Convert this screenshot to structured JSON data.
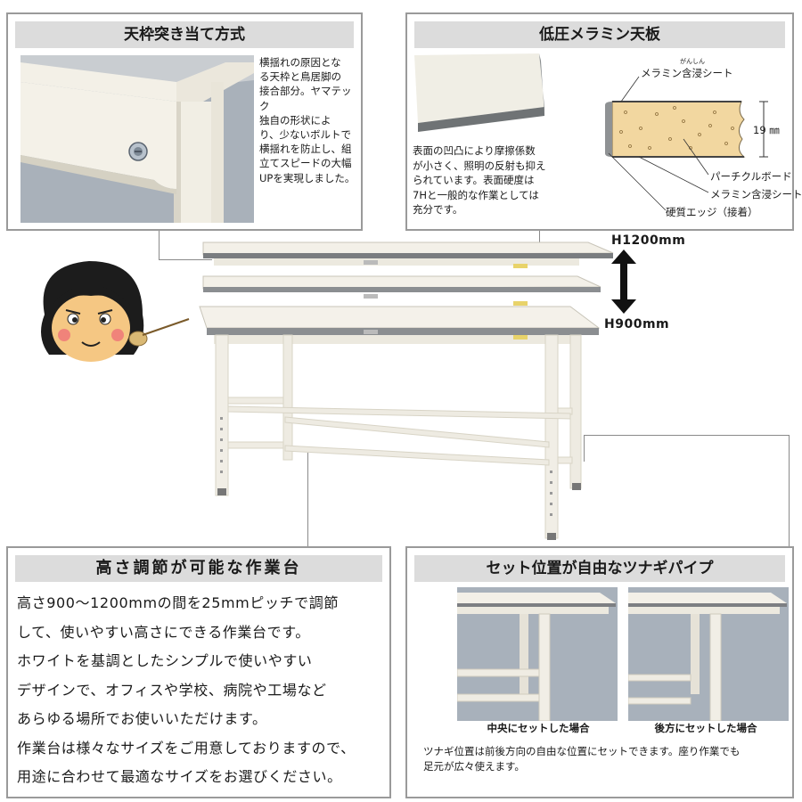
{
  "panel_frame_system": {
    "title": "天枠突き当て方式",
    "lines": [
      "横揺れの原因とな",
      "る天枠と鳥居脚の",
      "接合部分。ヤマテック",
      "独自の形状によ",
      "り、少ないボルトで",
      "横揺れを防止し、組",
      "立てスピードの大幅",
      "UPを実現しました。"
    ]
  },
  "panel_top_board": {
    "title": "低圧メラミン天板",
    "lines": [
      "表面の凹凸により摩擦係数",
      "が小さく、照明の反射も抑え",
      "られています。表面硬度は",
      "7Hと一般的な作業としては",
      "充分です。"
    ],
    "labels": {
      "top_sheet": "メラミン含浸シート",
      "ruby": "がんしん",
      "thickness": "19 ㎜",
      "particle_board": "パーチクルボード",
      "bottom_sheet": "メラミン含浸シート",
      "edge": "硬質エッジ（接着）"
    }
  },
  "height_range": {
    "max": "H1200mm",
    "min": "H900mm"
  },
  "panel_height_adjust": {
    "title": "高さ調節が可能な作業台",
    "lines": [
      "高さ900〜1200mmの間を25mmピッチで調節",
      "して、使いやすい高さにできる作業台です。",
      "ホワイトを基調としたシンプルで使いやすい",
      "デザインで、オフィスや学校、病院や工場など",
      "あらゆる場所でお使いいただけます。",
      "作業台は様々なサイズをご用意しておりますので、",
      "用途に合わせて最適なサイズをお選びください。"
    ]
  },
  "panel_pipe": {
    "title": "セット位置が自由なツナギパイプ",
    "caption_center": "中央にセットした場合",
    "caption_back": "後方にセットした場合",
    "note_lines": [
      "ツナギ位置は前後方向の自由な位置にセットできます。座り作業でも",
      "足元が広々使えます。"
    ]
  },
  "colors": {
    "frame": "#f2efe6",
    "frame_shadow": "#d8d4c6",
    "board_edge": "#7d7d7d",
    "panel_title_bg": "#dcdcdc",
    "photo_bg": "#a7b0ba"
  }
}
